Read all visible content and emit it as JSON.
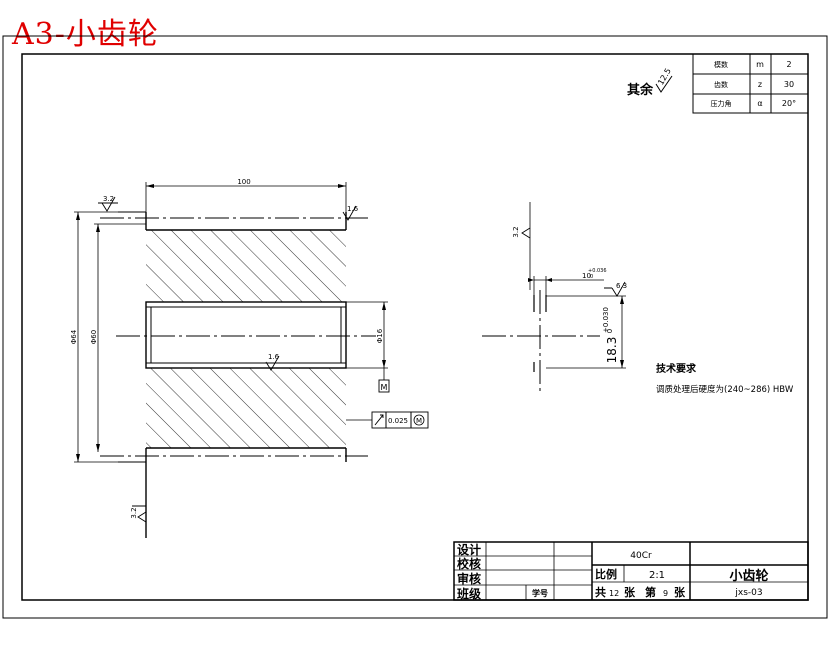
{
  "sheet_title": "A3-小齿轮",
  "params_table": {
    "rows": [
      {
        "name": "模数",
        "symbol": "m",
        "value": "2"
      },
      {
        "name": "齿数",
        "symbol": "z",
        "value": "30"
      },
      {
        "name": "压力角",
        "symbol": "α",
        "value": "20°"
      }
    ]
  },
  "roughness_general": {
    "label": "其余",
    "value": "12.5"
  },
  "front_view": {
    "dim_length": "100",
    "dim_outer_dia": "Φ64",
    "dim_root_dia": "Φ60",
    "dim_bore": "Φ16",
    "datum_label": "M",
    "roughness_top_left": "3.2",
    "roughness_top_right": "1.6",
    "roughness_bore": "1.6",
    "roughness_bottom": "3.2",
    "runout_tolerance": "0.025",
    "runout_datum": "M"
  },
  "side_view": {
    "roughness_vertical": "3.2",
    "keyway_width_dim": "10",
    "keyway_width_tol_upper": "+0.036",
    "keyway_width_tol_lower": "0",
    "roughness_keyway": "6.3",
    "keyway_depth_dim": "18.3",
    "keyway_depth_tol_upper": "+0.030",
    "keyway_depth_tol_lower": "0"
  },
  "tech_requirements": {
    "title": "技术要求",
    "line1": "调质处理后硬度为(240~286) HBW"
  },
  "title_block": {
    "designer": "设计",
    "checker": "校核",
    "reviewer": "审核",
    "class_label": "班级",
    "student_no": "学号",
    "material": "40Cr",
    "scale_label": "比例",
    "scale_value": "2:1",
    "part_name": "小齿轮",
    "total_label": "共",
    "total_value": "12",
    "sheet_unit": "张",
    "nth_label": "第",
    "nth_value": "9",
    "sheet_unit2": "张",
    "drawing_no": "jxs-03"
  },
  "colors": {
    "title": "#e00000",
    "line": "#000000"
  }
}
